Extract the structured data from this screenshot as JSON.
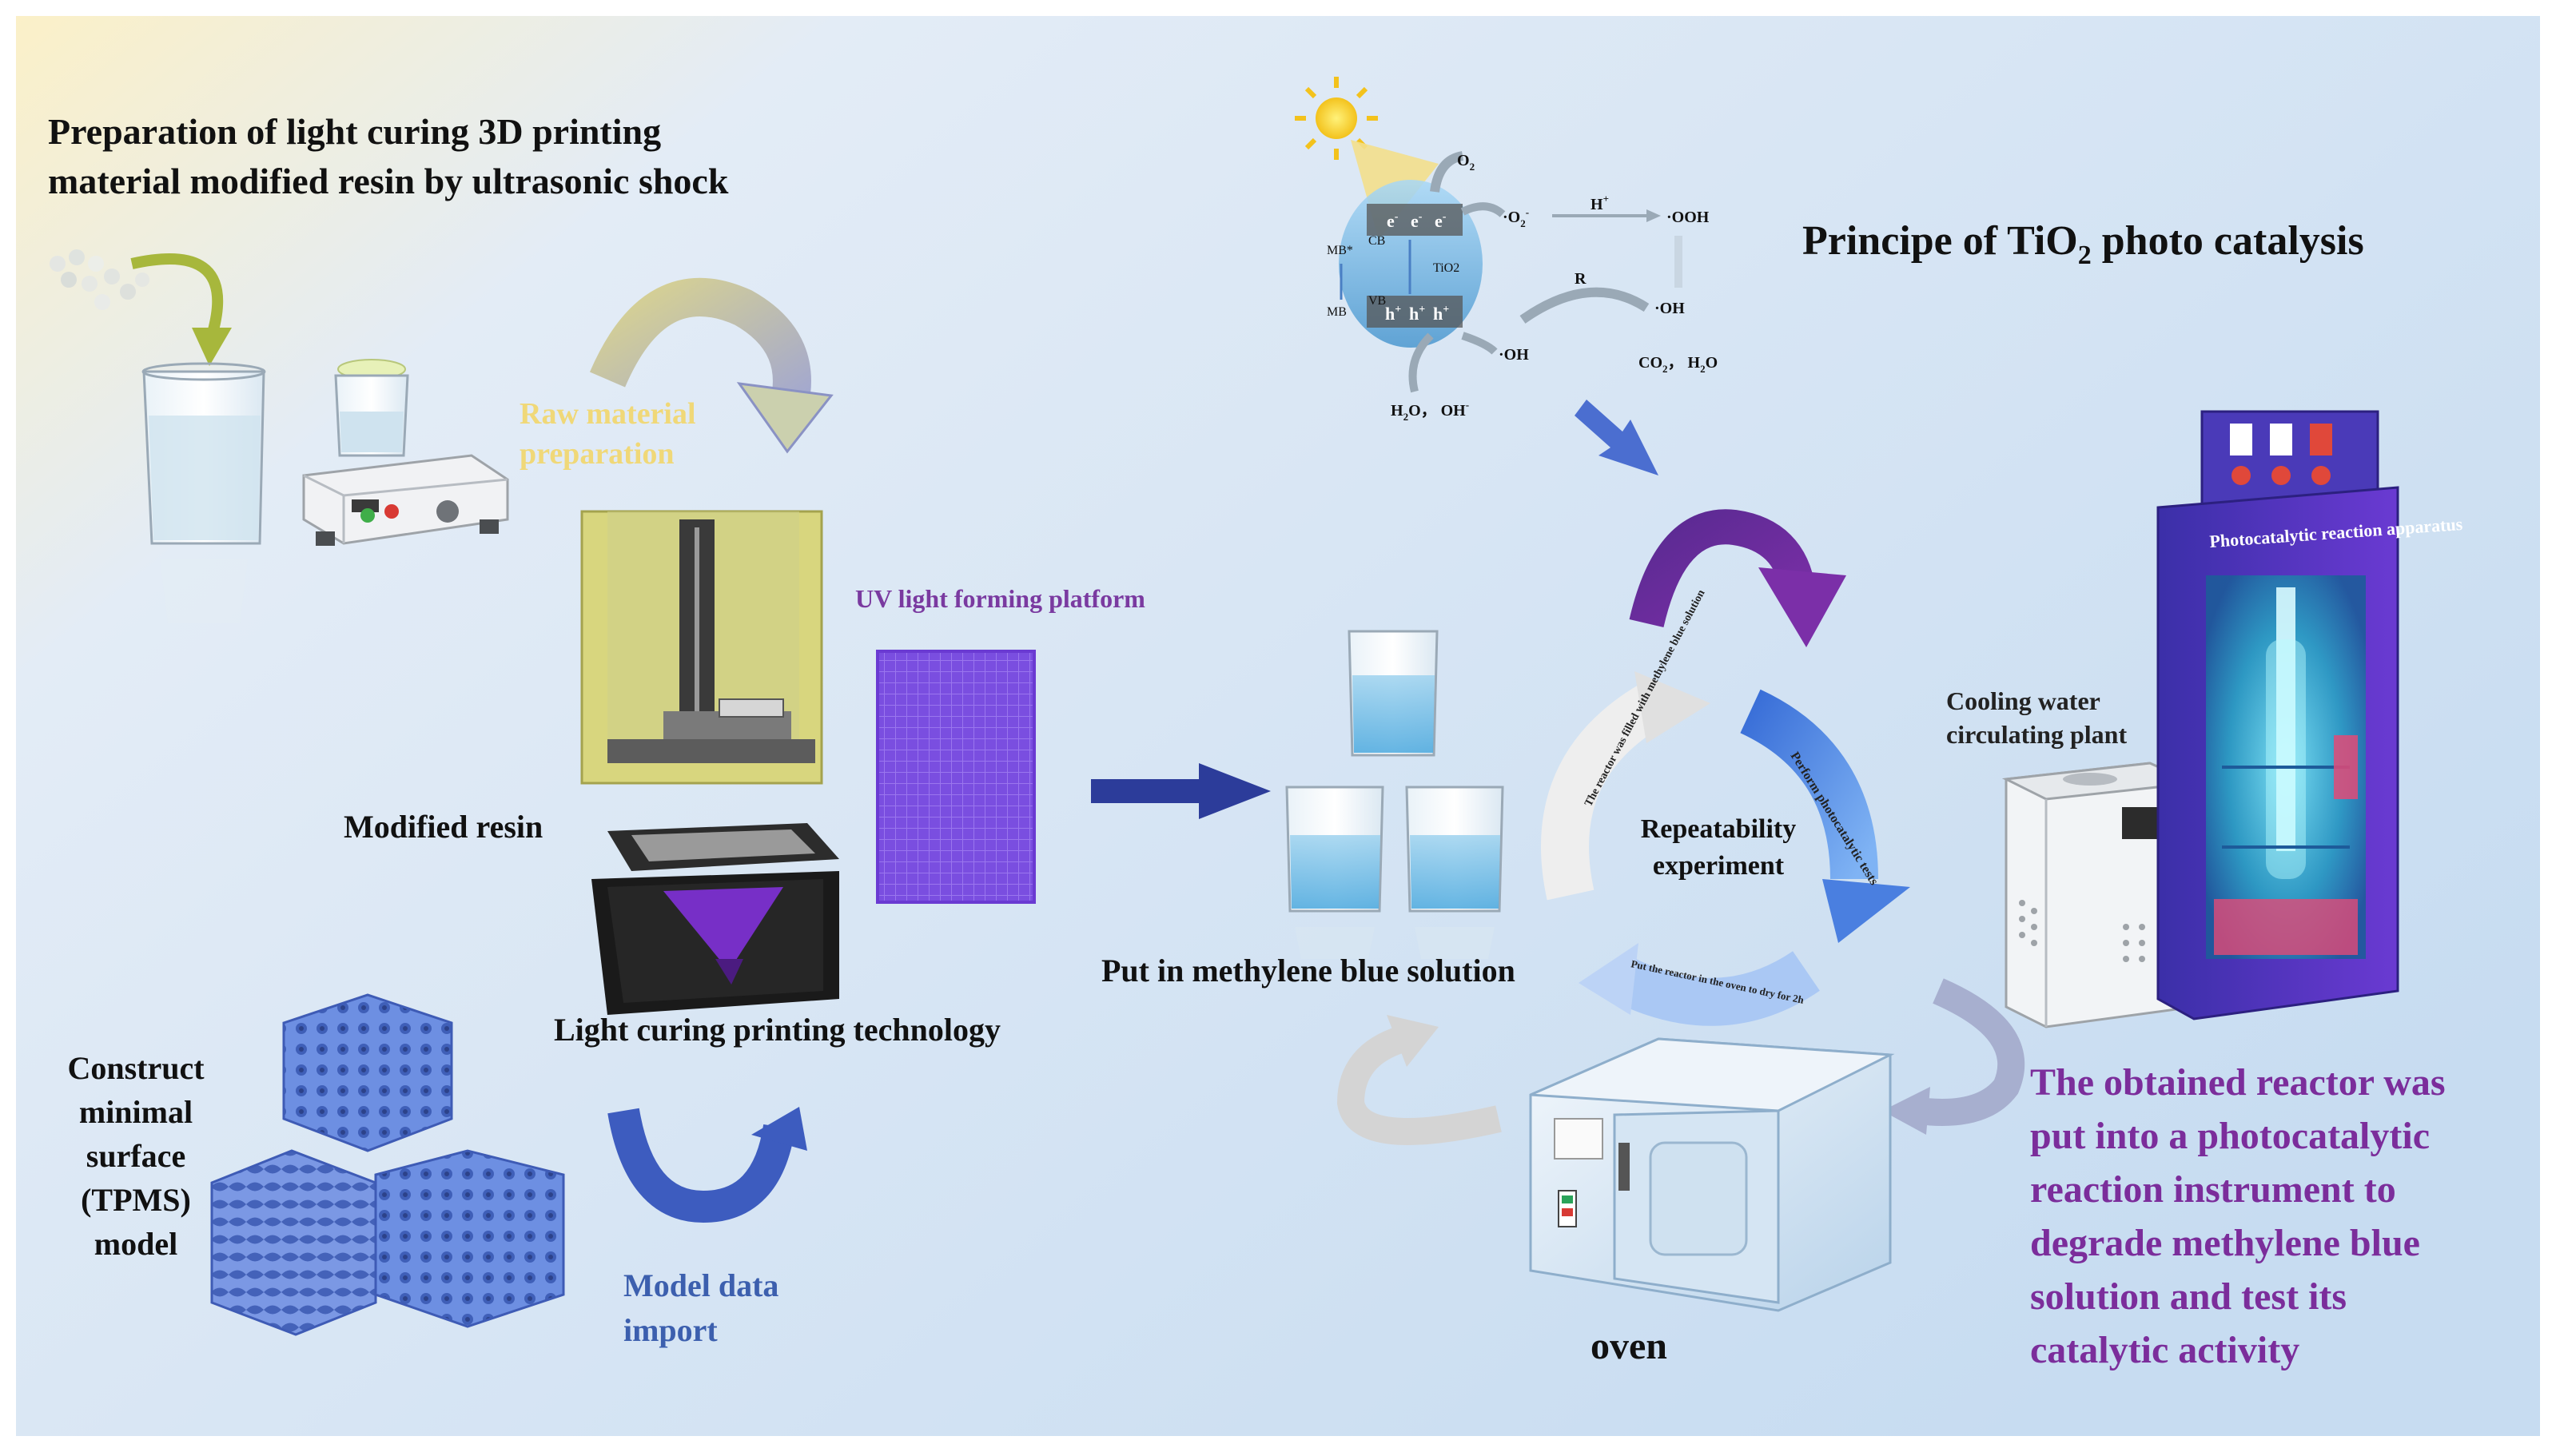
{
  "colors": {
    "title_black": "#111111",
    "raw_material_label": "#f0d878",
    "uv_label": "#7a3aa0",
    "model_label": "#3c5fae",
    "final_text": "#7b2d9b",
    "arc_purple": "#6d2a9a",
    "arrow_blue": "#2c3c9a",
    "cycle_blue": "#4a7fe0"
  },
  "icons": [
    "sun-icon",
    "beaker-icon",
    "magnetic-stirrer-icon",
    "printer-icon",
    "resin-vat-icon",
    "tpms-model-icon",
    "oven-icon",
    "cooling-plant-icon",
    "photoreactor-icon"
  ],
  "title": {
    "line1": "Preparation of light curing 3D printing",
    "line2": "material modified resin by ultrasonic shock"
  },
  "raw_material": {
    "line1": "Raw material",
    "line2": "preparation"
  },
  "uv_platform": "UV light forming platform",
  "modified_resin": "Modified resin",
  "light_curing": "Light curing printing technology",
  "tpms": {
    "line1": "Construct",
    "line2": "minimal",
    "line3": "surface",
    "line4": "(TPMS)",
    "line5": "model"
  },
  "model_import": {
    "line1": "Model data",
    "line2": "import"
  },
  "methylene": "Put in methylene blue solution",
  "principle": {
    "prefix": "Principe of TiO",
    "sub": "2",
    "suffix": " photo catalysis"
  },
  "mechanism": {
    "o2": "O",
    "o2_sub": "2",
    "superoxide": "·O",
    "superoxide_sub": "2",
    "superoxide_sup": "-",
    "hplus": "H",
    "hplus_sup": "+",
    "ooh": "·OOH",
    "oh_right": "·OH",
    "r": "R",
    "co2": "CO",
    "co2_sub": "2",
    "co2_h2o": "， H",
    "co2_h2o_sub": "2",
    "co2_h2o_end": "O",
    "oh_bottom": "·OH",
    "h2o_oh": "H",
    "h2o_oh_sub": "2",
    "h2o_oh_mid": "O， OH",
    "h2o_oh_sup": "-",
    "electron": "e",
    "electron_sup": "-",
    "hole": "h",
    "hole_sup": "+",
    "cb": "CB",
    "vb": "VB",
    "tio2": "TiO2",
    "mb_star": "MB*",
    "mb": "MB"
  },
  "cycle": {
    "center_line1": "Repeatability",
    "center_line2": "experiment",
    "seg1": "The reactor was filled with methylene blue solution",
    "seg2": "Perform photocatalytic tests",
    "seg3": "Put the reactor in the oven to dry for 2h"
  },
  "cooling": {
    "line1": "Cooling water",
    "line2": "circulating plant"
  },
  "apparatus_label": "Photocatalytic reaction apparatus",
  "oven": "oven",
  "final": {
    "line1": "The obtained reactor was",
    "line2": "put into a photocatalytic",
    "line3": "reaction instrument to",
    "line4": "degrade methylene blue",
    "line5": "solution and test its",
    "line6": "catalytic activity"
  }
}
